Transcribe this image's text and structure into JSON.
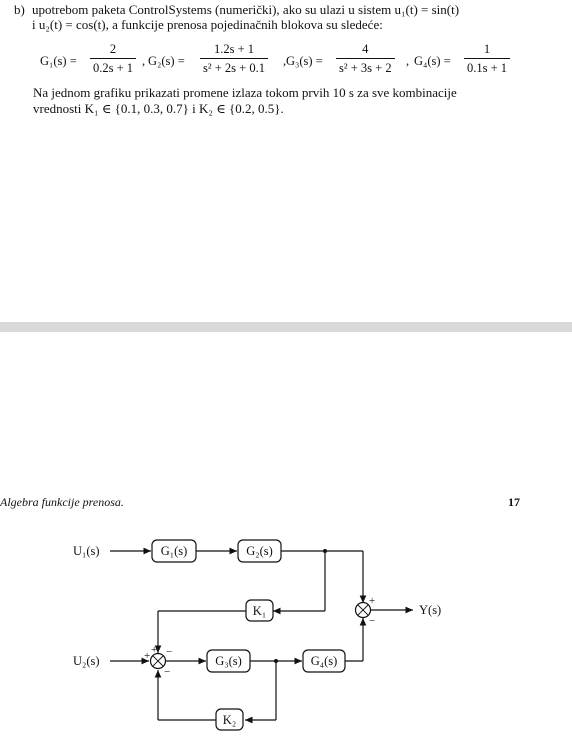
{
  "task": {
    "marker": "b)",
    "line1": "upotrebom paketa ControlSystems (numerički), ako su ulazi u sistem u₁(t) = sin(t)",
    "line2": "i u₂(t) = cos(t), a funkcije prenosa pojedinačnih blokova su sledeće:"
  },
  "formulas": [
    {
      "label": "G₁(s) =",
      "num": "2",
      "den": "0.2s + 1",
      "sep": ","
    },
    {
      "label": "G₂(s) =",
      "num": "1.2s + 1",
      "den": "s² + 2s + 0.1",
      "sep": ","
    },
    {
      "label": "G₃(s) =",
      "num": "4",
      "den": "s² + 3s + 2",
      "sep": ","
    },
    {
      "label": "G₄(s) =",
      "num": "1",
      "den": "0.1s + 1",
      "sep": ""
    }
  ],
  "paragraph": {
    "line1": "Na jednom grafiku prikazati promene izlaza tokom prvih 10 s za sve kombinacije",
    "line2": "vrednosti K₁ ∈ {0.1, 0.3, 0.7} i K₂ ∈ {0.2, 0.5}."
  },
  "page_header": {
    "left": "Algebra funkcije prenosa.",
    "right": "17"
  },
  "diagram": {
    "input1": "U₁(s)",
    "input2": "U₂(s)",
    "output": "Y(s)",
    "blocks": {
      "g1": "G₁(s)",
      "g2": "G₂(s)",
      "g3": "G₃(s)",
      "g4": "G₄(s)",
      "k1": "K₁",
      "k2": "K₂"
    },
    "signs": {
      "sum1_top": "+",
      "sum1_left": "+",
      "sum1_right": "−",
      "sum1_bottom": "−",
      "sum2_top": "+",
      "sum2_bottom": "−"
    }
  }
}
